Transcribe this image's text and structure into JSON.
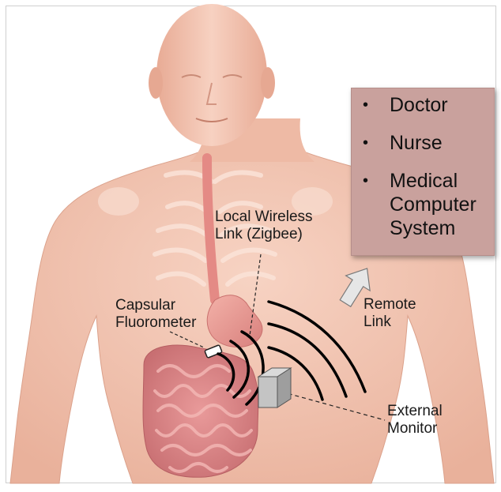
{
  "recipients": {
    "items": [
      {
        "label": "Doctor"
      },
      {
        "label": "Nurse"
      },
      {
        "label": "Medical Computer System"
      }
    ],
    "bullet_glyph": "•",
    "box_color": "#c9a19d"
  },
  "labels": {
    "local_link": "Local Wireless Link (Zigbee)",
    "capsule": "Capsular Fluorometer",
    "remote_link": "Remote Link",
    "monitor": "External Monitor"
  },
  "colors": {
    "skin": "#f2c4b2",
    "skin_shadow": "#e3a58f",
    "bone": "#fbe6dc",
    "intestine": "#e59a9a",
    "stomach": "#ec9d98",
    "arrow": "#e6e6e6",
    "monitor": "#bdbdbd"
  },
  "icons": {
    "remote_arrow": "arrow-up-right-icon",
    "capsule": "capsule-icon",
    "monitor": "monitor-box-icon"
  }
}
